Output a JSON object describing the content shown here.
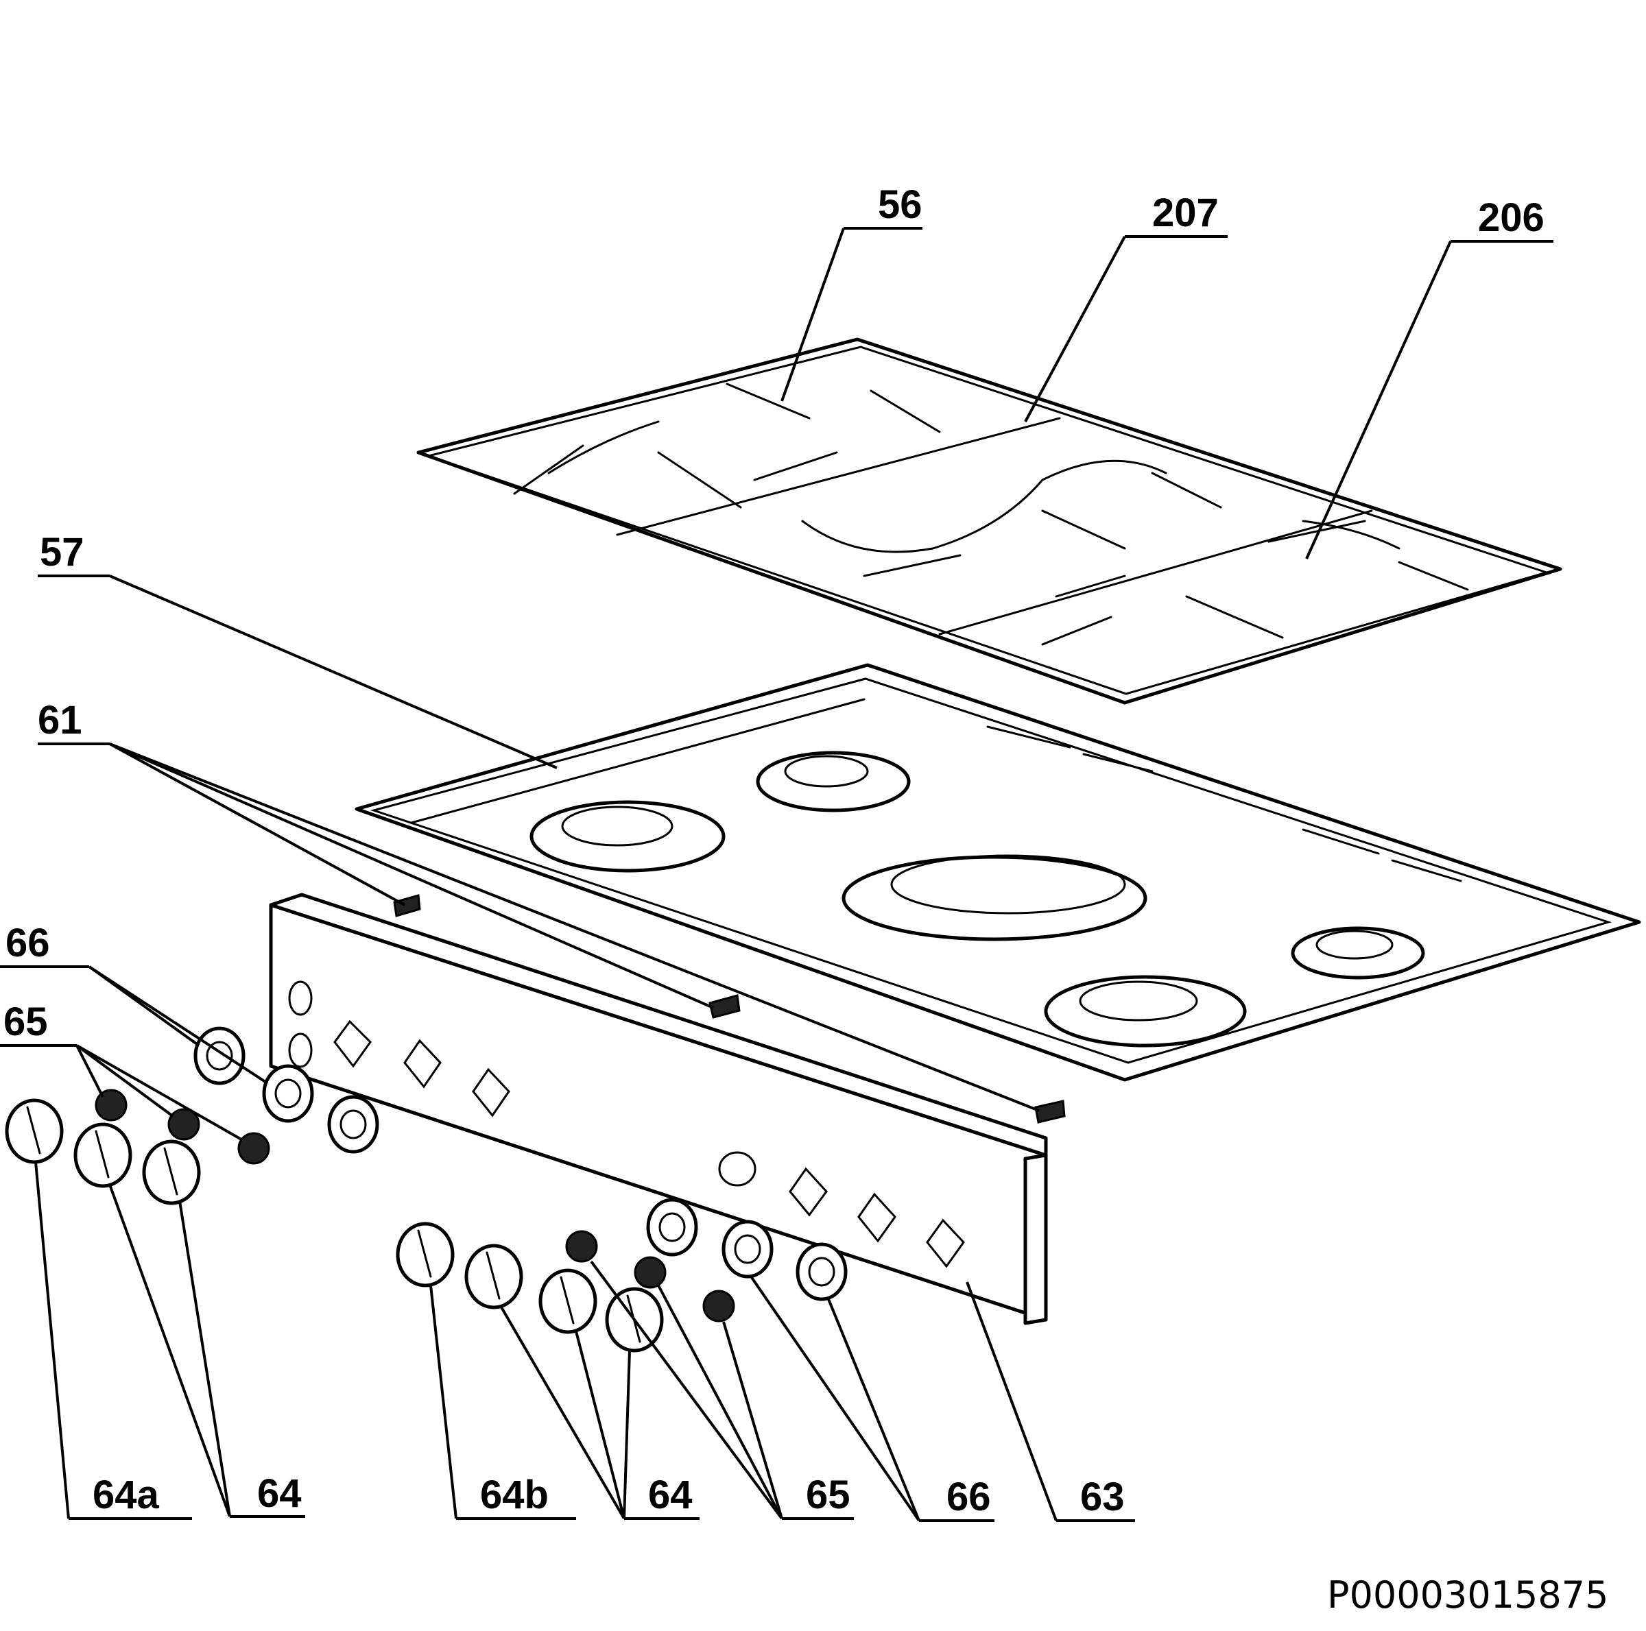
{
  "labels": {
    "l56": "56",
    "l207": "207",
    "l206": "206",
    "l57": "57",
    "l61": "61",
    "l66a": "66",
    "l65a": "65",
    "l64a": "64a",
    "l64_1": "64",
    "l64b": "64b",
    "l64_2": "64",
    "l65b": "65",
    "l66b": "66",
    "l63": "63"
  },
  "doc_id": "P00003015875"
}
